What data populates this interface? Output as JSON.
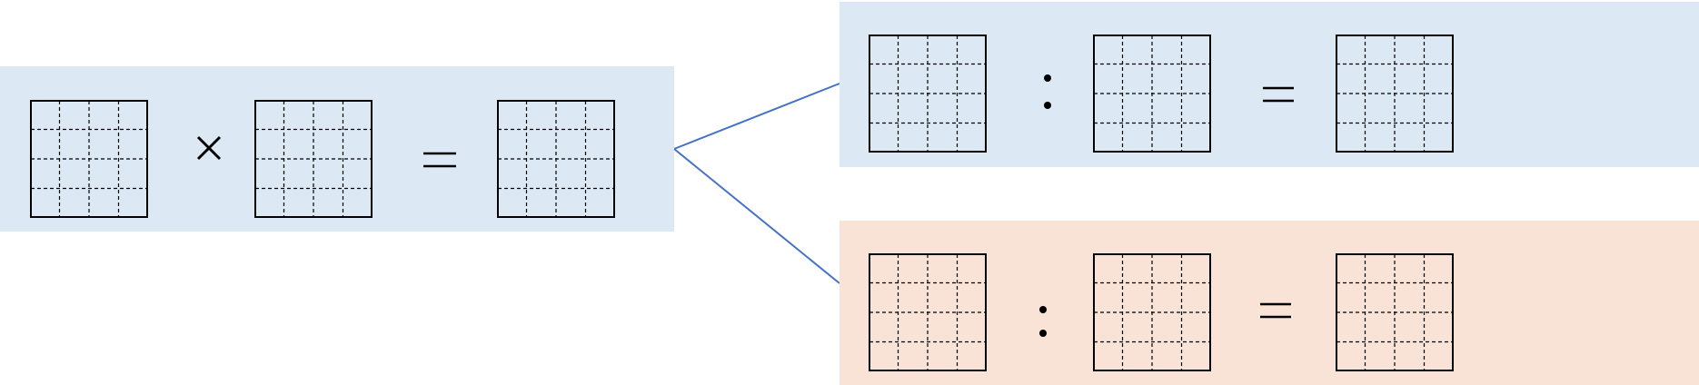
{
  "colors": {
    "panel_blue": "#dce9f5",
    "panel_peach": "#f9e2d6",
    "grid_stroke": "#000000",
    "connector_line": "#4472c4"
  },
  "grid": {
    "rows": 4,
    "cols": 4
  },
  "equations": [
    {
      "name": "multiplication",
      "operator": "×",
      "equals": "="
    },
    {
      "name": "ratio-top",
      "operator": ":",
      "equals": "="
    },
    {
      "name": "ratio-bottom",
      "operator": ":",
      "equals": "="
    }
  ]
}
